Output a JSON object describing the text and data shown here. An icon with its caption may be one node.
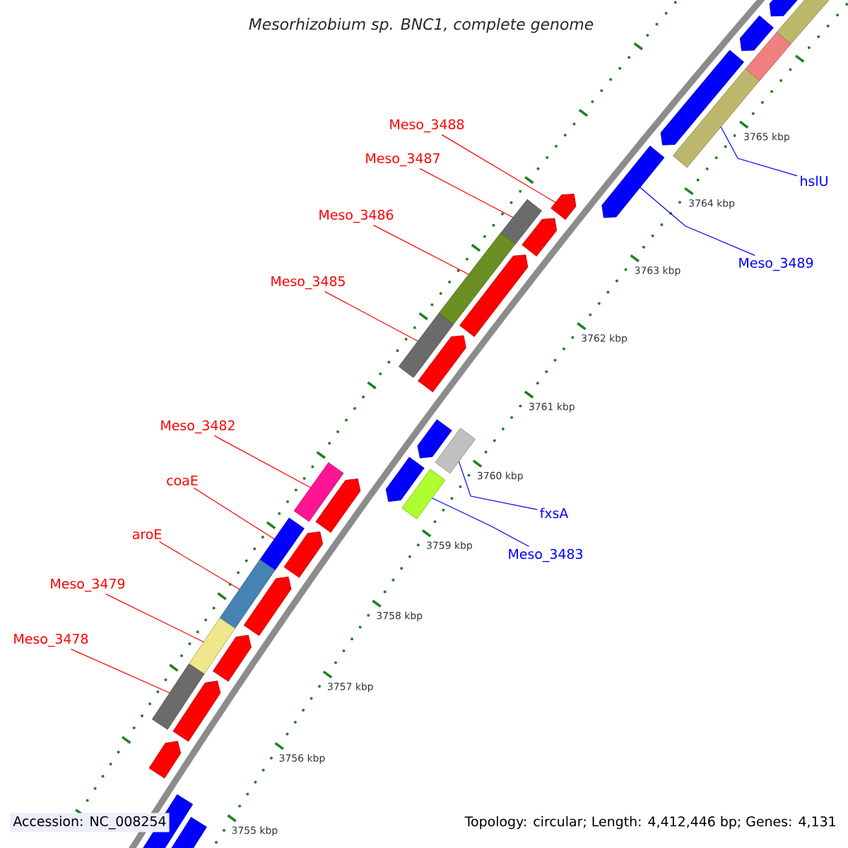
{
  "diagram": {
    "title": "Mesorhizobium sp. BNC1, complete genome",
    "nodes": [
      {
        "text": [
          "Meso_3488"
        ]
      },
      {
        "text": [
          "Meso_3487"
        ]
      },
      {
        "text": [
          "Meso_3486"
        ]
      },
      {
        "text": [
          "Meso_3485"
        ]
      },
      {
        "text": [
          "Meso_3482"
        ]
      },
      {
        "text": [
          "coaE"
        ]
      },
      {
        "text": [
          "aroE"
        ]
      },
      {
        "text": [
          "Meso_3479"
        ]
      },
      {
        "text": [
          "Meso_3478"
        ]
      },
      {
        "text": [
          "hslU"
        ]
      },
      {
        "text": [
          "Meso_3489"
        ]
      },
      {
        "text": [
          "fxsA"
        ]
      },
      {
        "text": [
          "Meso_3483"
        ]
      },
      {
        "text": [],
        "shape": "arrow"
      },
      {
        "text": [],
        "shape": "bar"
      },
      {
        "text": [],
        "shape": "bar"
      },
      {
        "text": [],
        "shape": "bar"
      },
      {
        "text": [],
        "shape": "bar"
      },
      {
        "text": [],
        "shape": "bar"
      },
      {
        "text": [],
        "shape": "bar"
      },
      {
        "text": [],
        "shape": "bar"
      },
      {
        "text": [],
        "shape": "bar"
      },
      {
        "text": [],
        "shape": "bar"
      },
      {
        "text": [],
        "shape": "arrow"
      },
      {
        "text": [],
        "shape": "bar"
      },
      {
        "text": [],
        "shape": "bar"
      }
    ],
    "edges": [
      {
        "from": 0,
        "to": 13,
        "arrow": "none"
      },
      {
        "from": 1,
        "to": 14,
        "arrow": "none"
      },
      {
        "from": 2,
        "to": 15,
        "arrow": "none"
      },
      {
        "from": 3,
        "to": 16,
        "arrow": "none"
      },
      {
        "from": 4,
        "to": 17,
        "arrow": "none"
      },
      {
        "from": 5,
        "to": 18,
        "arrow": "none"
      },
      {
        "from": 6,
        "to": 19,
        "arrow": "none"
      },
      {
        "from": 7,
        "to": 20,
        "arrow": "none"
      },
      {
        "from": 8,
        "to": 21,
        "arrow": "none"
      },
      {
        "from": 9,
        "to": 22,
        "arrow": "none",
        "color": "#0000ff"
      },
      {
        "from": 10,
        "to": 23,
        "arrow": "none",
        "color": "#0000ff"
      },
      {
        "from": 11,
        "to": 24,
        "arrow": "none",
        "color": "#0000ff"
      },
      {
        "from": 12,
        "to": 25,
        "arrow": "none",
        "color": "#0000ff"
      }
    ],
    "labels": [
      "3765 kbp",
      "3764 kbp",
      "3763 kbp",
      "3762 kbp",
      "3761 kbp",
      "3760 kbp",
      "3759 kbp",
      "3758 kbp",
      "3757 kbp",
      "3756 kbp",
      "3755 kbp",
      "Accession: NC_008254",
      "Topology: circular; Length: 4,412,446 bp; Genes: 4,131"
    ]
  }
}
